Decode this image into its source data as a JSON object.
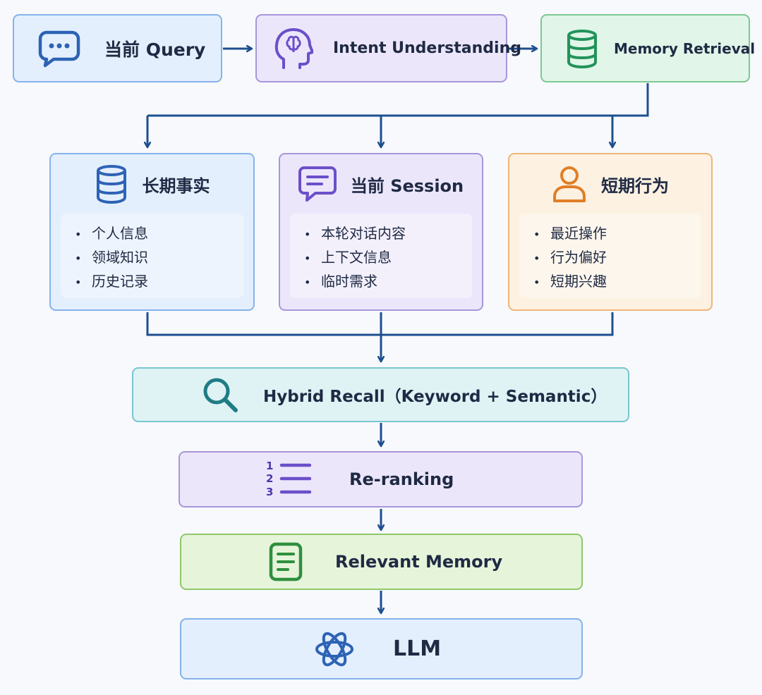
{
  "top_row": {
    "query": {
      "label": "当前 Query",
      "icon": "chat-bubble-icon"
    },
    "intent": {
      "label": "Intent Understanding",
      "icon": "head-brain-icon"
    },
    "retrieval": {
      "label": "Memory Retrieval",
      "icon": "database-icon"
    }
  },
  "memory_types": [
    {
      "title": "长期事实",
      "icon": "database-icon",
      "items": [
        "个人信息",
        "领域知识",
        "历史记录"
      ]
    },
    {
      "title": "当前 Session",
      "icon": "message-icon",
      "items": [
        "本轮对话内容",
        "上下文信息",
        "临时需求"
      ]
    },
    {
      "title": "短期行为",
      "icon": "user-icon",
      "items": [
        "最近操作",
        "行为偏好",
        "短期兴趣"
      ]
    }
  ],
  "pipeline": {
    "recall": {
      "label": "Hybrid Recall（Keyword + Semantic）",
      "icon": "search-icon"
    },
    "rerank": {
      "label": "Re-ranking",
      "icon": "numbered-list-icon"
    },
    "relevant": {
      "label": "Relevant Memory",
      "icon": "document-icon"
    },
    "llm": {
      "label": "LLM",
      "icon": "openai-logo-icon"
    }
  },
  "colors": {
    "blue": "#2d63b5",
    "purple": "#6b4fc9",
    "green": "#21935a",
    "orange": "#e07e26",
    "teal": "#1f7c85",
    "connector": "#1d4f8f"
  }
}
